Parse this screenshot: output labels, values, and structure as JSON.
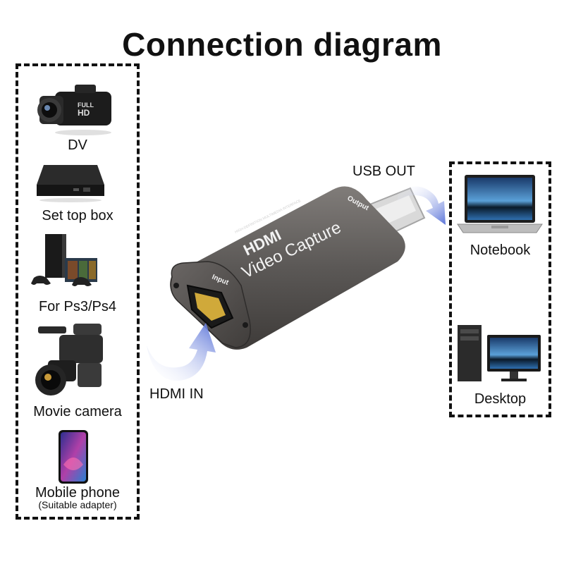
{
  "title": "Connection diagram",
  "sources": [
    {
      "label": "DV",
      "icon": "camcorder-icon"
    },
    {
      "label": "Set top box",
      "icon": "set-top-box-icon"
    },
    {
      "label": "For Ps3/Ps4",
      "icon": "game-console-icon"
    },
    {
      "label": "Movie camera",
      "icon": "movie-camera-icon"
    },
    {
      "label": "Mobile phone",
      "sublabel": "(Suitable adapter)",
      "icon": "mobile-phone-icon"
    }
  ],
  "device": {
    "brand": "HDMI",
    "name": "Video Capture",
    "input_label": "Input",
    "output_label": "Output",
    "tiny_text": "HIGH-DEFINITION MULTIMEDIA INTERFACE"
  },
  "arrows": {
    "in_label": "HDMI IN",
    "out_label": "USB OUT"
  },
  "targets": [
    {
      "label": "Notebook",
      "icon": "laptop-icon"
    },
    {
      "label": "Desktop",
      "icon": "desktop-computer-icon"
    }
  ],
  "colors": {
    "device_body": "#5b5856",
    "arrow": "#5a73d8",
    "screen": "#2f6fb0"
  }
}
